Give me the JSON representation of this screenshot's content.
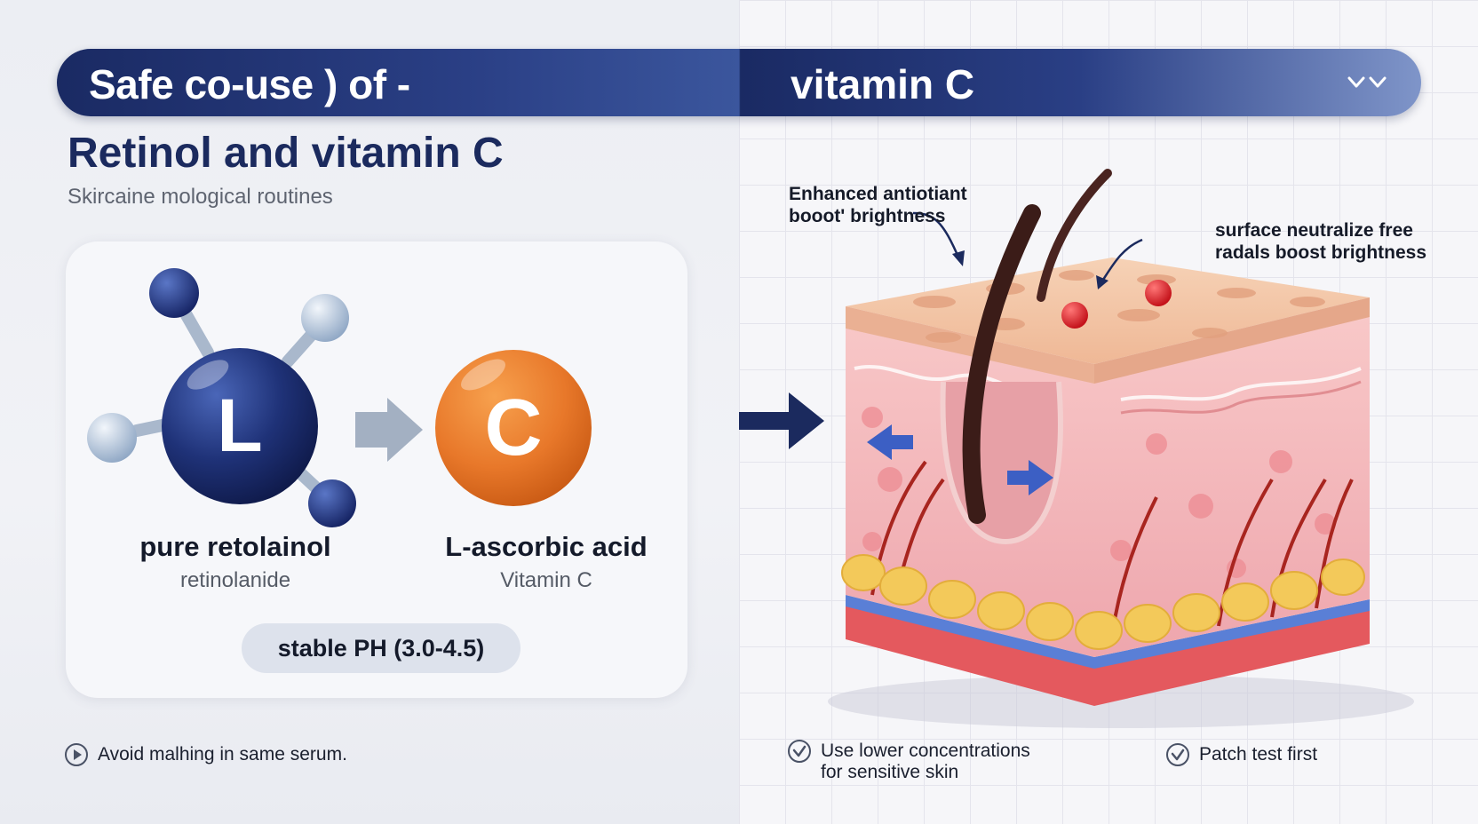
{
  "banner": {
    "title_left": "Safe co-use ) of -",
    "title_right": "vitamin C"
  },
  "heading": "Retinol and vitamin C",
  "subheading": "Skircaine mological routines",
  "molecules": {
    "retinol": {
      "letter": "L",
      "name": "pure retolainol",
      "sub": "retinolanide"
    },
    "vitc": {
      "letter": "C",
      "name": "L-ascorbic acid",
      "sub": "Vitamin C"
    }
  },
  "ph_pill": "stable PH (3.0-4.5)",
  "tips": {
    "left": "Avoid malhing in same serum.",
    "middle_line1": "Use lower concentrations",
    "middle_line2": "for sensitive skin",
    "right": "Patch test first"
  },
  "callouts": {
    "left_line1": "Enhanced antiotiant",
    "left_line2": "booot' brightness",
    "right_line1": "surface neutralize free",
    "right_line2": "radals boost brightness"
  },
  "colors": {
    "navy": "#1b2a5e",
    "orange": "#e8782a",
    "skin_top": "#f3c4a6",
    "dermis": "#f4b8bd",
    "fat": "#f3c95a"
  },
  "icons": {
    "banner_toggle": "chevron-double-down-icon",
    "tip_left": "play-circle-icon",
    "tip_checks": "check-circle-icon"
  }
}
